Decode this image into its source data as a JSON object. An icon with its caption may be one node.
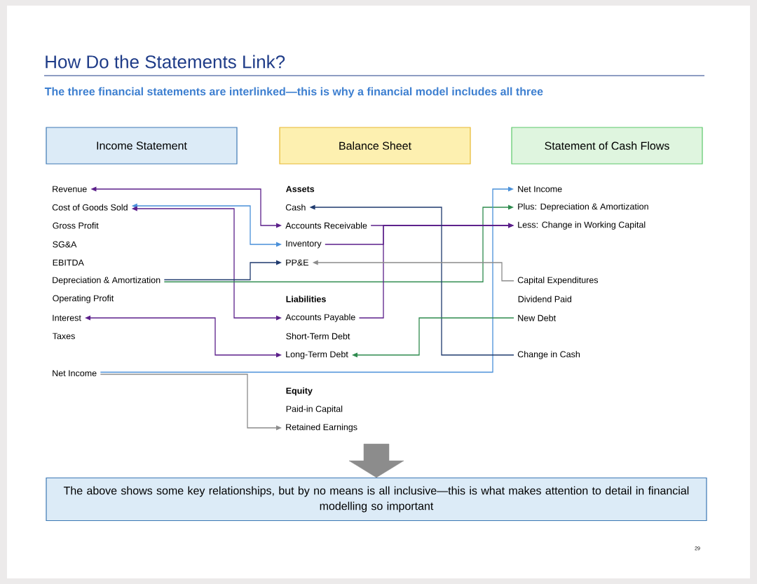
{
  "diagram": {
    "title": "How Do the Statements Link?",
    "nodes": [
      {
        "text": [
          "Income Statement"
        ]
      },
      {
        "text": [
          "Balance Sheet"
        ]
      },
      {
        "text": [
          "Statement of Cash Flows"
        ]
      },
      {
        "text": [
          "Revenue"
        ]
      },
      {
        "text": [
          "Cost of Goods Sold"
        ]
      },
      {
        "text": [
          "Depreciation & Amortization"
        ]
      },
      {
        "text": [
          "Interest"
        ]
      },
      {
        "text": [
          "Net Income"
        ]
      },
      {
        "text": [
          "Cash"
        ]
      },
      {
        "text": [
          "Accounts Receivable"
        ]
      },
      {
        "text": [
          "Inventory"
        ]
      },
      {
        "text": [
          "PP&E"
        ]
      },
      {
        "text": [
          "Accounts Payable"
        ]
      },
      {
        "text": [
          "Long-Term Debt"
        ]
      },
      {
        "text": [
          "Retained Earnings"
        ]
      },
      {
        "text": [
          "Net Income"
        ]
      },
      {
        "text": [
          "Plus: Depreciation & Amortization"
        ]
      },
      {
        "text": [
          "Less: Change in Working Capital"
        ]
      },
      {
        "text": [
          "Capital Expenditures"
        ]
      },
      {
        "text": [
          "New Debt"
        ]
      },
      {
        "text": [
          "Change in Cash"
        ]
      },
      {
        "text": [
          "The above shows some key relationships, but by no means is all inclusive—this is what makes attention to detail in financial modelling so important"
        ]
      }
    ],
    "edges": [
      {
        "from": 3,
        "to": 9,
        "arrow": "both"
      },
      {
        "from": 4,
        "to": 10,
        "arrow": "both",
        "color": "#4a90d9"
      },
      {
        "from": 4,
        "to": 12,
        "arrow": "both"
      },
      {
        "from": 5,
        "to": 11,
        "arrow": "to",
        "color": "#1f3a6e"
      },
      {
        "from": 5,
        "to": 16,
        "arrow": "to",
        "color": "#2e8b4e"
      },
      {
        "from": 6,
        "to": 13,
        "arrow": "both"
      },
      {
        "from": 7,
        "to": 15,
        "arrow": "to",
        "color": "#4a90d9"
      },
      {
        "from": 7,
        "to": 14,
        "arrow": "to",
        "color": "#8c8c8c"
      },
      {
        "from": 9,
        "to": 17,
        "arrow": "to"
      },
      {
        "from": 10,
        "to": 17,
        "arrow": "to"
      },
      {
        "from": 12,
        "to": 17,
        "arrow": "to"
      },
      {
        "from": 20,
        "to": 8,
        "arrow": "to",
        "color": "#1f3a6e"
      },
      {
        "from": 18,
        "to": 11,
        "arrow": "to",
        "color": "#8c8c8c"
      },
      {
        "from": 19,
        "to": 13,
        "arrow": "to",
        "color": "#2e8b4e"
      },
      {
        "from": null,
        "to": 21,
        "arrow": "to",
        "style": "thick",
        "color": "#8c8c8c"
      }
    ],
    "labels": [
      "The three financial statements are interlinked—this is why a financial model includes all three",
      "Assets",
      "Gross Profit",
      "SG&A",
      "EBITDA",
      "Operating Profit",
      "Liabilities",
      "Taxes",
      "Short-Term Debt",
      "Dividend Paid",
      "Equity",
      "Paid-in Capital",
      "29"
    ]
  }
}
